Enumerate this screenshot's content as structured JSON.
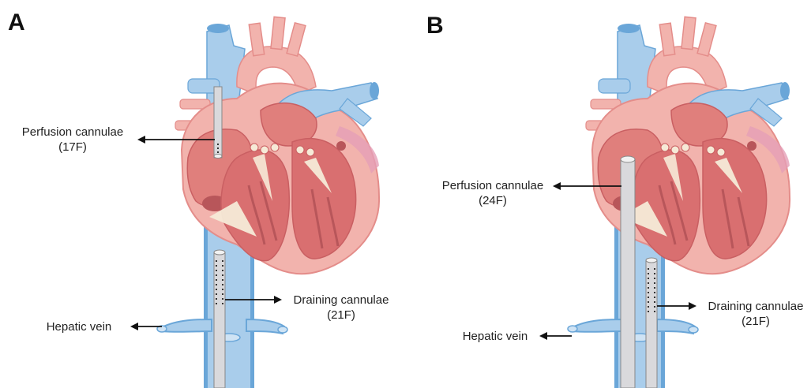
{
  "panels": [
    {
      "letter": "A",
      "perfusion_label": "Perfusion cannulae",
      "perfusion_size": "(17F)",
      "draining_label": "Draining cannulae",
      "draining_size": "(21F)",
      "hepatic_label": "Hepatic vein"
    },
    {
      "letter": "B",
      "perfusion_label": "Perfusion cannulae",
      "perfusion_size": "(24F)",
      "draining_label": "Draining cannulae",
      "draining_size": "(21F)",
      "hepatic_label": "Hepatic vein"
    }
  ],
  "colors": {
    "heart_outer": "#f2b3ad",
    "heart_inner": "#e07f7c",
    "heart_dark": "#c95f62",
    "vessel_blue": "#a9cdeb",
    "vessel_blue_dark": "#6aa6d8",
    "valve_cream": "#f6ead7",
    "cannula_gray": "#d9d9dc",
    "arrow": "#111111"
  }
}
